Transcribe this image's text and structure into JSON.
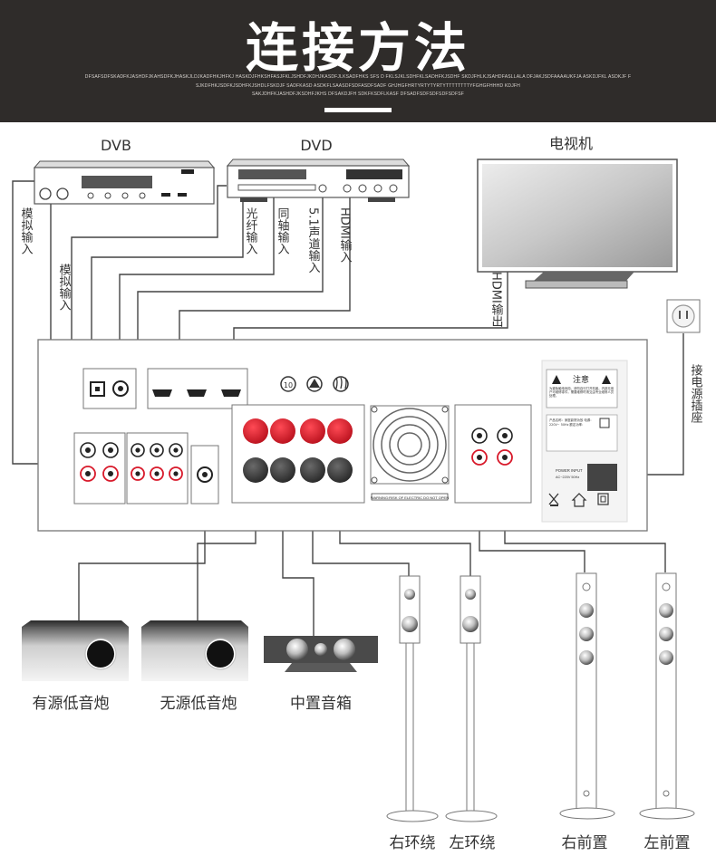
{
  "header": {
    "title": "连接方法",
    "filler_line1": "DFSAFSDFSKADFKJASHDFJKAHSDFKJHASKJLDJKADFHKJHFKJ HASKDJFHKSHFASJFKLJSHDFJKDHJKASDFJLKSADFHKS SFS D FKLSJKLSDHFKLSADHFKJSDHF SKDJFHLKJSAHDFASLLALA DFJAKJSDFAAAAUKFJA ASKDJFKL ASDKJF F",
    "filler_line2": "SJKDFHKJSDFKJSDHFKJSHDLFSKDJF SADFKASD ASDKFLSAASDFSDFASDFSADF GHJHGFHRTYRTYTYRTYTTTTTTTTYFGHGFHHHD KDJFH",
    "filler_line3": "SAKJDHFKJASHDFJKSDHFJKHS DFSAKDJFH SDKFKSDFLKASF DFSADFSDFSDFSDFSDFSF"
  },
  "devices": {
    "dvb": "DVB",
    "dvd": "DVD",
    "tv": "电视机"
  },
  "connections": {
    "analog_input_1": "模拟输入",
    "analog_input_2": "模拟输入",
    "optical_input": "光纤输入",
    "coaxial_input": "同轴输入",
    "surround_51_input": "5.1声道输入",
    "hdmi_input": "HDMI输入",
    "hdmi_output": "HDMI输出",
    "power_socket": "接电源插座"
  },
  "amplifier": {
    "warning_title": "注意",
    "warning_text": "为避免触电危险，请勿自行打开机盖。内部无用户可维修零件，需要维修时请交由专业维修人员处理。",
    "product_info": "产品名称：家庭影院功放 电源：220V~ 50Hz 额定功率：",
    "power_input_label": "POWER INPUT",
    "power_input_spec": "AC~220V 50Hz",
    "speaker_warning": "WARNING:RISK OF ELECTRIC DO NOT OPEN"
  },
  "speakers": {
    "active_sub": "有源低音炮",
    "passive_sub": "无源低音炮",
    "center": "中置音箱",
    "right_surround": "右环绕",
    "left_surround": "左环绕",
    "right_front": "右前置",
    "left_front": "左前置"
  },
  "colors": {
    "header_bg": "#2f2c2a",
    "binding_post_red": "#d8192a",
    "binding_post_black": "#3b3b3b",
    "wire": "#444444"
  }
}
